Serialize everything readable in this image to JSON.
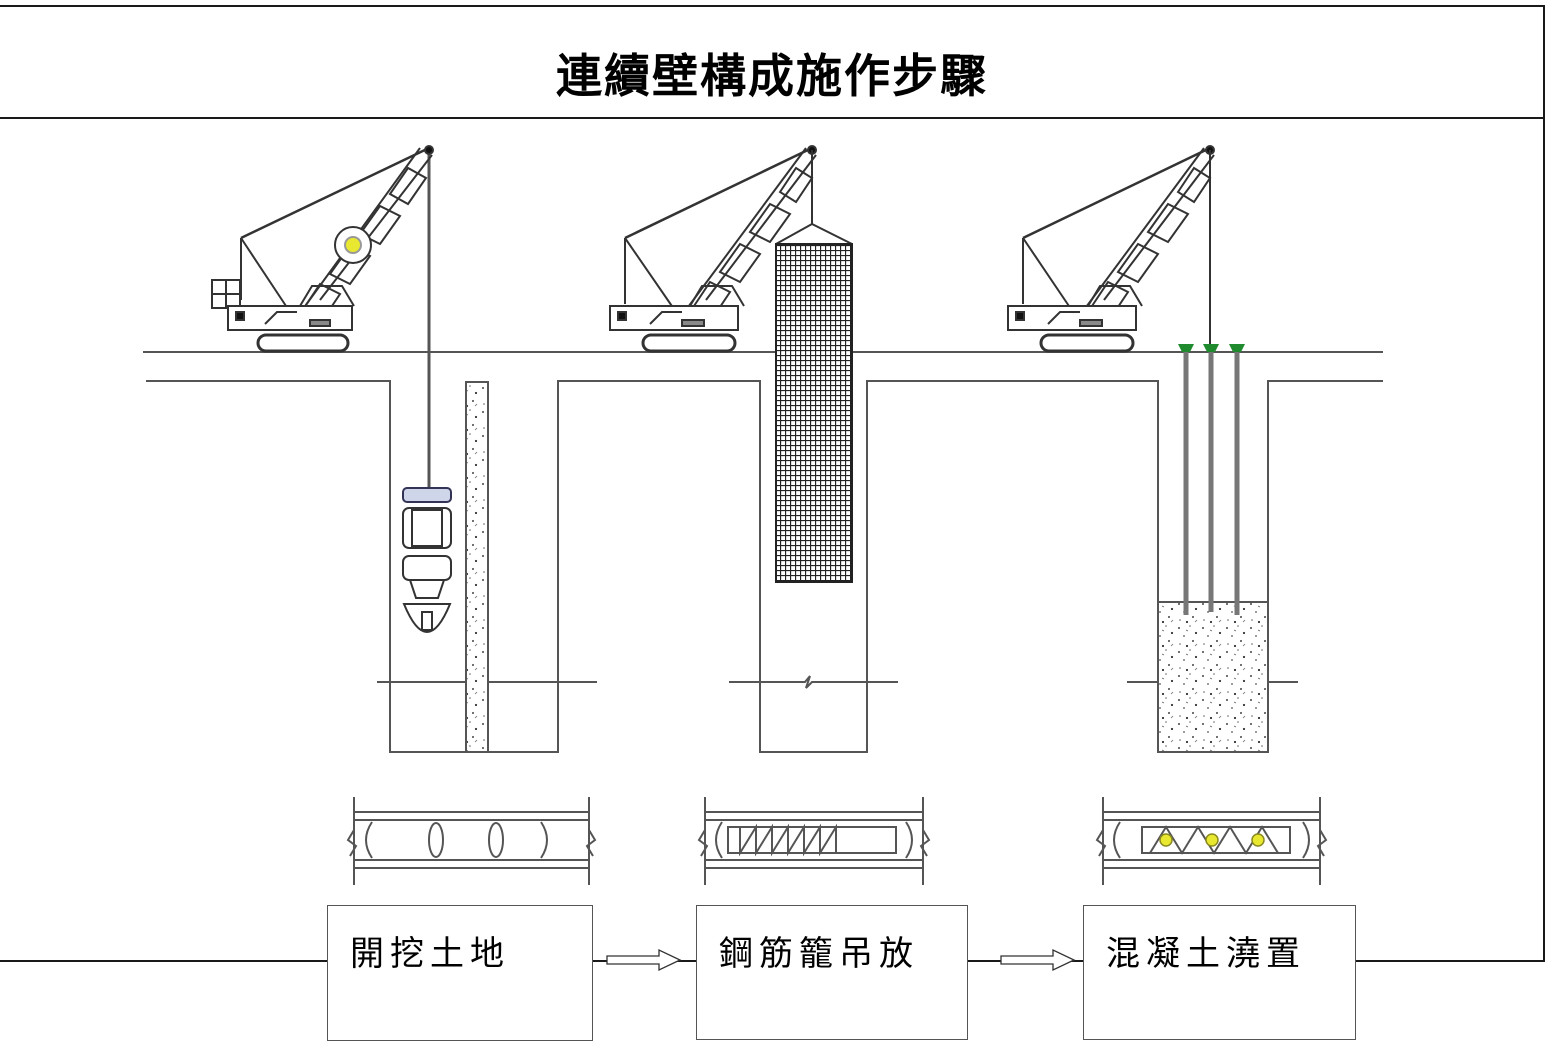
{
  "title": "連續壁構成施作步驟",
  "steps": [
    {
      "label": "開挖土地",
      "stage": "excavation"
    },
    {
      "label": "鋼筋籠吊放",
      "stage": "rebar-cage-lowering"
    },
    {
      "label": "混凝土澆置",
      "stage": "concrete-pouring"
    }
  ],
  "connectors": [
    {
      "from": "開挖土地",
      "to": "鋼筋籠吊放",
      "icon": "double-arrow-right-icon"
    },
    {
      "from": "鋼筋籠吊放",
      "to": "混凝土澆置",
      "icon": "double-arrow-right-icon"
    }
  ],
  "colors": {
    "line": "#1a1a1a",
    "drawing": "#555555",
    "tremie_funnel": "#1f8a2e",
    "highlight_yellow": "#e8e830"
  }
}
